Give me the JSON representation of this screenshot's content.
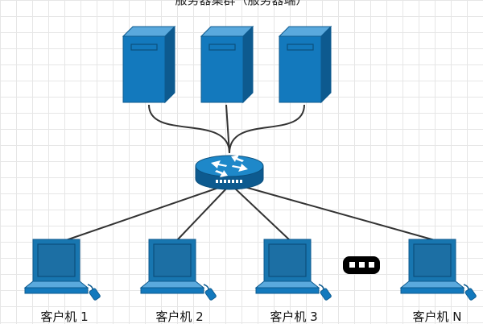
{
  "title": "服务器集群（服务器端）",
  "servers": [
    {
      "label": ""
    },
    {
      "label": ""
    },
    {
      "label": ""
    }
  ],
  "router": {
    "icon": "router-icon"
  },
  "clients": [
    {
      "label": "客户机 1"
    },
    {
      "label": "客户机 2"
    },
    {
      "label": "客户机 3"
    },
    {
      "label": "客户机  N"
    }
  ],
  "ellipsis": "more-clients-ellipsis",
  "colors": {
    "device_blue": "#1379bd",
    "device_dark": "#0d5a8f",
    "device_light": "#5aa9dd",
    "client_blue": "#1876b0",
    "link": "#333333"
  }
}
